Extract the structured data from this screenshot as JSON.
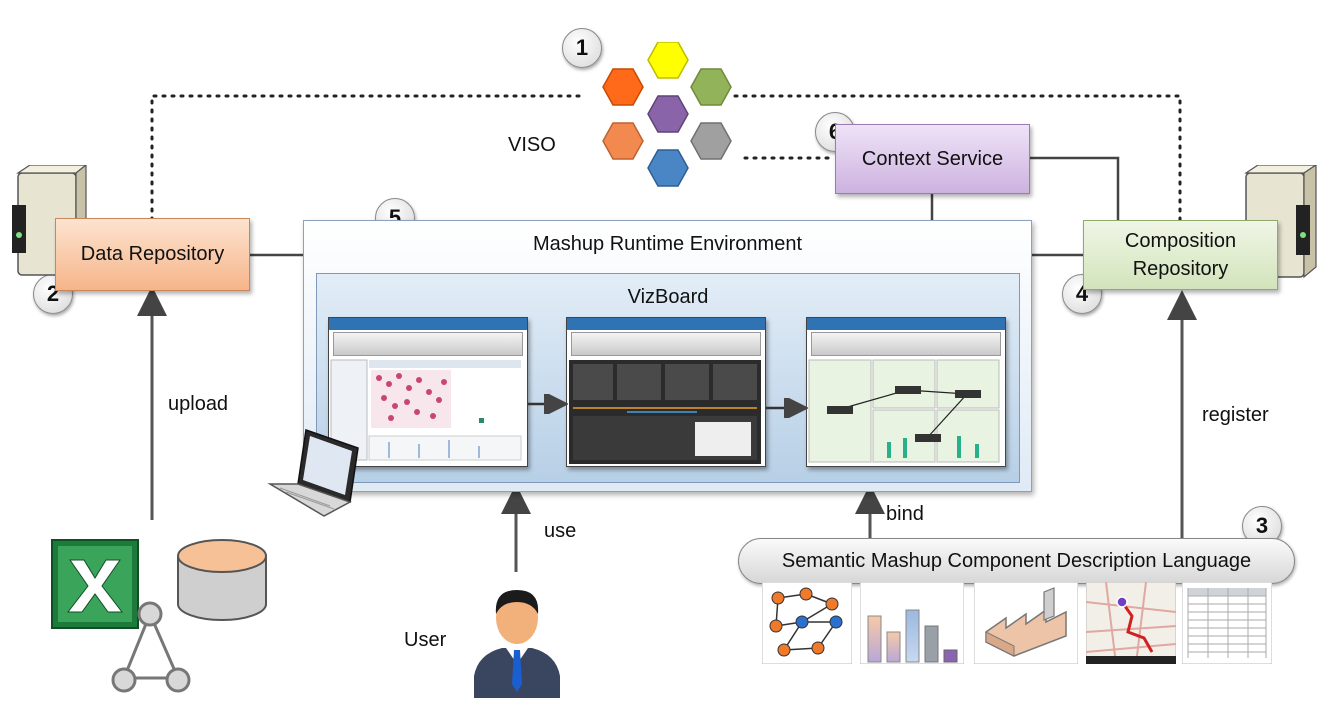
{
  "viso": {
    "label": "VISO"
  },
  "badges": {
    "b1": "1",
    "b2": "2",
    "b3": "3",
    "b4": "4",
    "b5": "5",
    "b6": "6"
  },
  "data_repository": {
    "label": "Data Repository"
  },
  "context_service": {
    "label": "Context Service"
  },
  "composition_repository": {
    "label_line1": "Composition",
    "label_line2": "Repository"
  },
  "runtime": {
    "title": "Mashup Runtime Environment",
    "vizboard": "VizBoard"
  },
  "smcdl": {
    "label": "Semantic Mashup Component Description Language"
  },
  "edges": {
    "upload": "upload",
    "register": "register",
    "use": "use",
    "bind": "bind"
  },
  "user": {
    "label": "User"
  },
  "colors": {
    "data_repo": "#f9c9a6",
    "context": "#dcc7ea",
    "composition": "#dce9c8",
    "runtime_panel": "#eaf2f9",
    "vizboard_panel": "#cfe0f0",
    "window_bar": "#2f73b5"
  }
}
